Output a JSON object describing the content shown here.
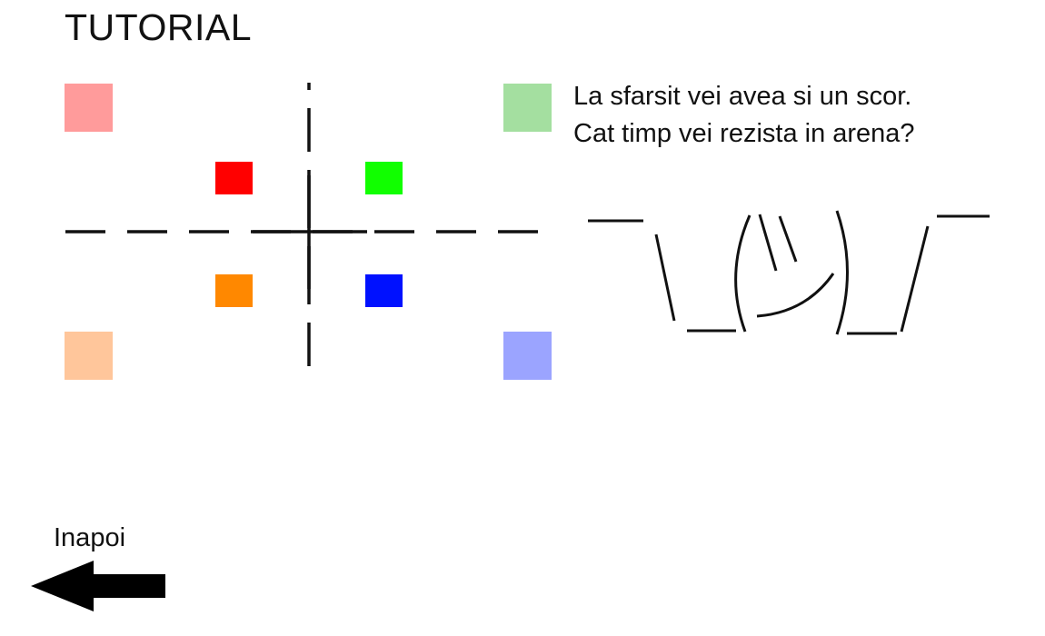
{
  "title": "TUTORIAL",
  "arena": {
    "tiles": [
      {
        "name": "light-red",
        "color": "#ff9b9b"
      },
      {
        "name": "light-green",
        "color": "#a4dfa0"
      },
      {
        "name": "light-orange",
        "color": "#ffc69b"
      },
      {
        "name": "light-blue",
        "color": "#9ba4ff"
      },
      {
        "name": "red",
        "color": "#ff0000"
      },
      {
        "name": "green",
        "color": "#11ff00"
      },
      {
        "name": "orange",
        "color": "#ff8800"
      },
      {
        "name": "blue",
        "color": "#0011ff"
      }
    ]
  },
  "message": {
    "line1": "La sfarsit vei avea si un scor.",
    "line2": "Cat timp vei rezista in arena?"
  },
  "back": {
    "label": "Inapoi",
    "icon": "left-arrow-icon"
  }
}
